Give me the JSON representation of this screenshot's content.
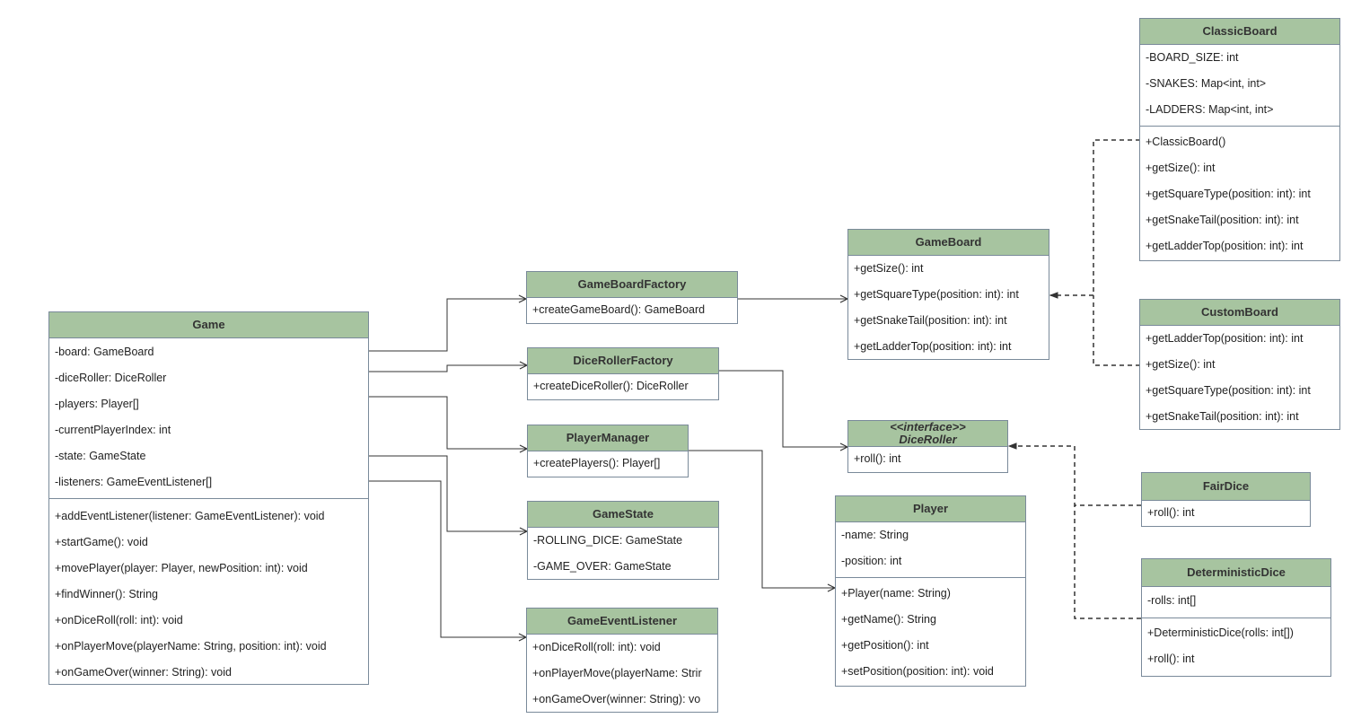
{
  "diagram": {
    "classes": {
      "game": {
        "name": "Game",
        "attributes": [
          "-board: GameBoard",
          "-diceRoller: DiceRoller",
          "-players: Player[]",
          "-currentPlayerIndex: int",
          "-state: GameState",
          "-listeners: GameEventListener[]"
        ],
        "methods": [
          "+addEventListener(listener: GameEventListener): void",
          "+startGame(): void",
          "+movePlayer(player: Player, newPosition: int): void",
          "+findWinner(): String",
          "+onDiceRoll(roll: int): void",
          "+onPlayerMove(playerName: String, position: int): void",
          "+onGameOver(winner: String): void"
        ]
      },
      "game_board_factory": {
        "name": "GameBoardFactory",
        "methods": [
          "+createGameBoard(): GameBoard"
        ]
      },
      "dice_roller_factory": {
        "name": "DiceRollerFactory",
        "methods": [
          "+createDiceRoller(): DiceRoller"
        ]
      },
      "player_manager": {
        "name": "PlayerManager",
        "methods": [
          "+createPlayers(): Player[]"
        ]
      },
      "game_state": {
        "name": "GameState",
        "attributes": [
          "-ROLLING_DICE: GameState",
          "-GAME_OVER: GameState"
        ]
      },
      "game_event_listener": {
        "name": "GameEventListener",
        "methods": [
          "+onDiceRoll(roll: int): void",
          "+onPlayerMove(playerName: Strir",
          "+onGameOver(winner: String): vo"
        ]
      },
      "game_board": {
        "name": "GameBoard",
        "methods": [
          "+getSize(): int",
          "+getSquareType(position: int): int",
          "+getSnakeTail(position: int): int",
          "+getLadderTop(position: int): int"
        ]
      },
      "dice_roller": {
        "stereotype": "<<interface>>",
        "name": "DiceRoller",
        "methods": [
          "+roll(): int"
        ]
      },
      "player": {
        "name": "Player",
        "attributes": [
          "-name: String",
          "-position: int"
        ],
        "methods": [
          "+Player(name: String)",
          "+getName(): String",
          "+getPosition(): int",
          "+setPosition(position: int): void"
        ]
      },
      "classic_board": {
        "name": "ClassicBoard",
        "attributes": [
          "-BOARD_SIZE: int",
          "-SNAKES: Map<int, int>",
          "-LADDERS: Map<int, int>"
        ],
        "methods": [
          "+ClassicBoard()",
          "+getSize(): int",
          "+getSquareType(position: int): int",
          "+getSnakeTail(position: int): int",
          "+getLadderTop(position: int): int"
        ]
      },
      "custom_board": {
        "name": "CustomBoard",
        "methods": [
          "+getLadderTop(position: int): int",
          "+getSize(): int",
          "+getSquareType(position: int): int",
          "+getSnakeTail(position: int): int"
        ]
      },
      "fair_dice": {
        "name": "FairDice",
        "methods": [
          "+roll(): int"
        ]
      },
      "deterministic_dice": {
        "name": "DeterministicDice",
        "attributes": [
          "-rolls: int[]"
        ],
        "methods": [
          "+DeterministicDice(rolls: int[])",
          "+roll(): int"
        ]
      }
    },
    "colors": {
      "header_fill": "#a7c4a0",
      "border": "#7a8a9a",
      "line": "#333333"
    }
  }
}
